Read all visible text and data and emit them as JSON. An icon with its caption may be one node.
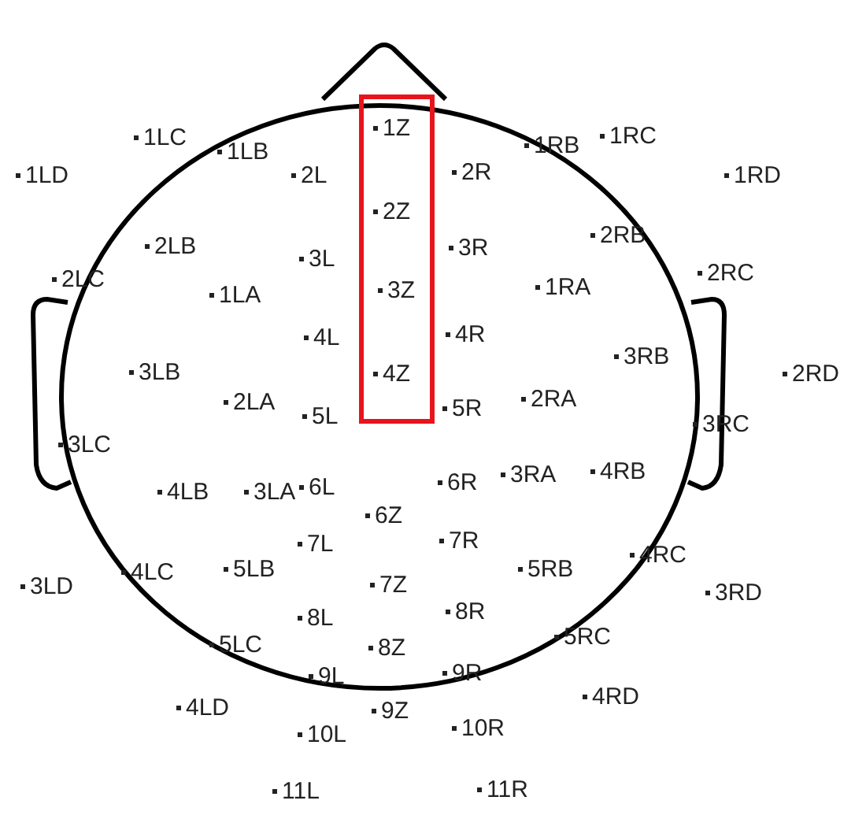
{
  "diagram": {
    "nodes": [
      {
        "text": [
          "1Z",
          "2Z",
          "3Z",
          "4Z"
        ]
      }
    ],
    "labels": [
      "1LD",
      "1LC",
      "1LB",
      "2L",
      "2R",
      "1RB",
      "1RC",
      "1RD",
      "2LB",
      "2LC",
      "3L",
      "1LA",
      "3R",
      "2RB",
      "1RA",
      "2RC",
      "4L",
      "3LB",
      "2LA",
      "5L",
      "4R",
      "3RB",
      "2RA",
      "5R",
      "2RD",
      "3RC",
      "3LC",
      "4LB",
      "3LA",
      "6L",
      "6Z",
      "6R",
      "3RA",
      "4RB",
      "7L",
      "7Z",
      "7R",
      "3LD",
      "4LC",
      "5LB",
      "5RB",
      "4RC",
      "3RD",
      "8L",
      "8R",
      "5LC",
      "8Z",
      "5RC",
      "9L",
      "9R",
      "4LD",
      "9Z",
      "10L",
      "10R",
      "4RD",
      "11L",
      "11R"
    ]
  }
}
